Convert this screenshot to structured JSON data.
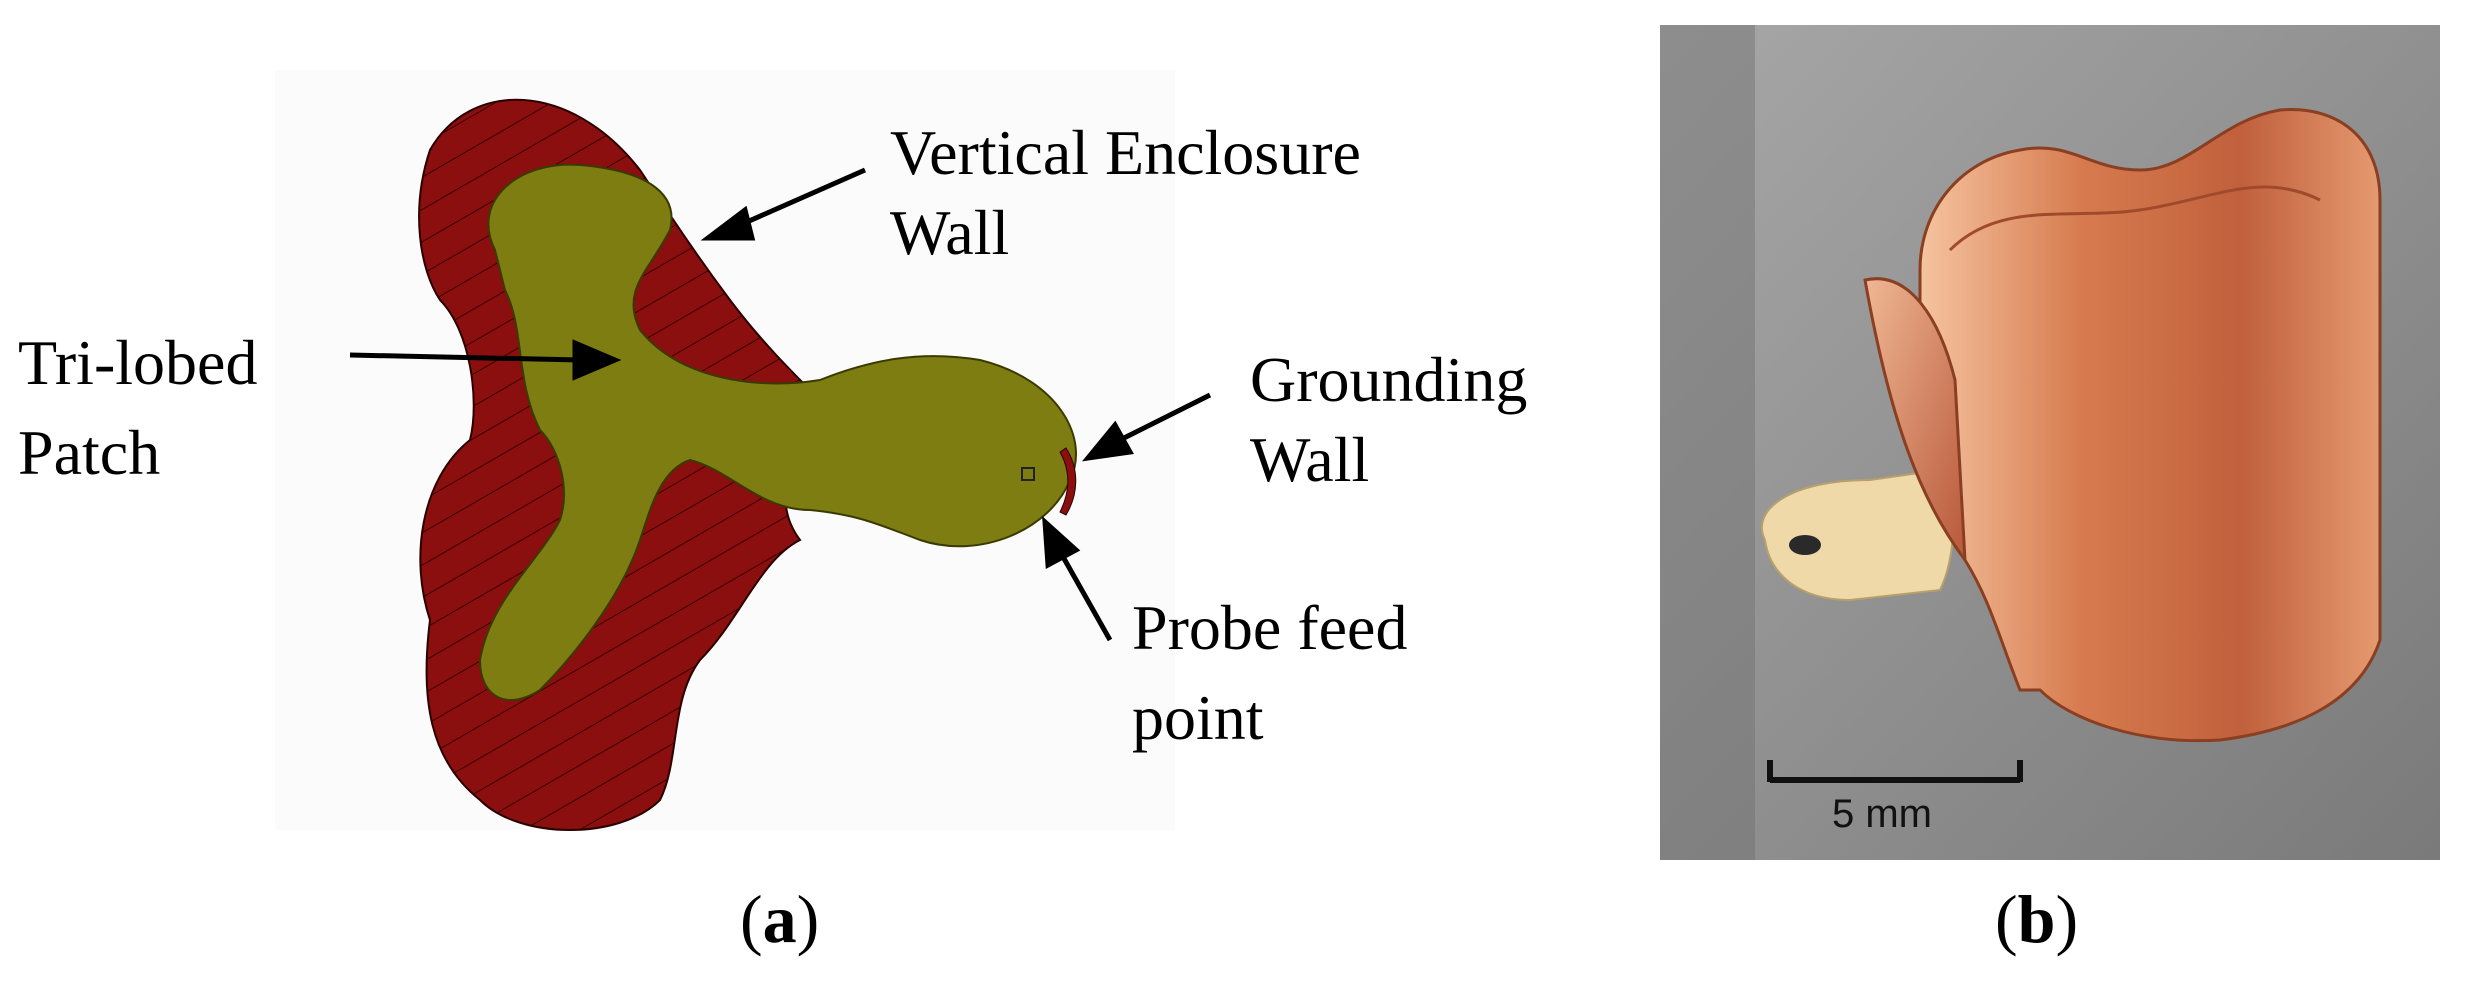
{
  "panel_a": {
    "labels": {
      "enclosure_line1": "Vertical Enclosure",
      "enclosure_line2": "Wall",
      "patch_line1": "Tri-lobed",
      "patch_line2": "Patch",
      "grounding_line1": "Grounding",
      "grounding_line2": "Wall",
      "probe_line1": "Probe feed",
      "probe_line2": "point"
    },
    "caption_paren_open": "(",
    "caption_letter": "a",
    "caption_paren_close": ")",
    "colors": {
      "enclosure": "#8b0f0f",
      "patch": "#7d7d12",
      "hatch": "#3a0000"
    }
  },
  "panel_b": {
    "scale_bar_label": "5 mm",
    "caption_paren_open": "(",
    "caption_letter": "b",
    "caption_paren_close": ")",
    "colors": {
      "copper": "#d9805a",
      "background": "#8f8f8f",
      "pad": "#efd9a8"
    }
  }
}
